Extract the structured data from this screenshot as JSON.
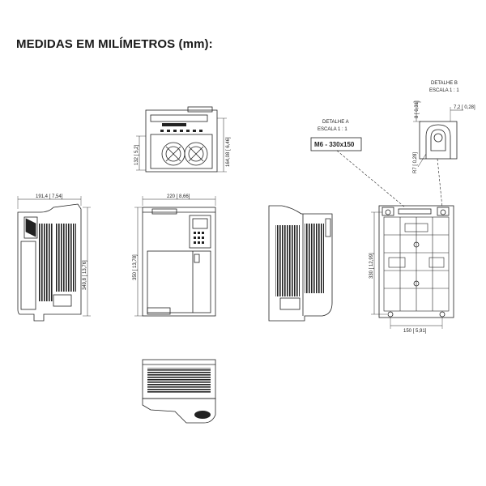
{
  "title": "MEDIDAS EM MILÍMETROS (mm):",
  "views": {
    "top": {
      "height_dim": "132 [ 5,2]",
      "depth_dim": "164,08 [ 6,46]"
    },
    "left": {
      "width_dim": "191,4 [ 7,54]",
      "height_dim": "349,8 [ 13,76]"
    },
    "front": {
      "width_dim": "220 [ 8,66]",
      "height_dim": "350 [ 13,78]"
    },
    "back": {
      "height_dim": "330 [ 12,99]",
      "width_dim": "150 [ 5,91]"
    }
  },
  "detail_a": {
    "title": "DETALHE A",
    "scale": "ESCALA 1 : 1",
    "screw": "M6 - 330x150"
  },
  "detail_b": {
    "title": "DETALHE B",
    "scale": "ESCALA 1 : 1",
    "dim_top": "8 [ 0,31]",
    "dim_right": "7,2 [ 0,28]",
    "radius": "R7 [ 0,28]"
  }
}
